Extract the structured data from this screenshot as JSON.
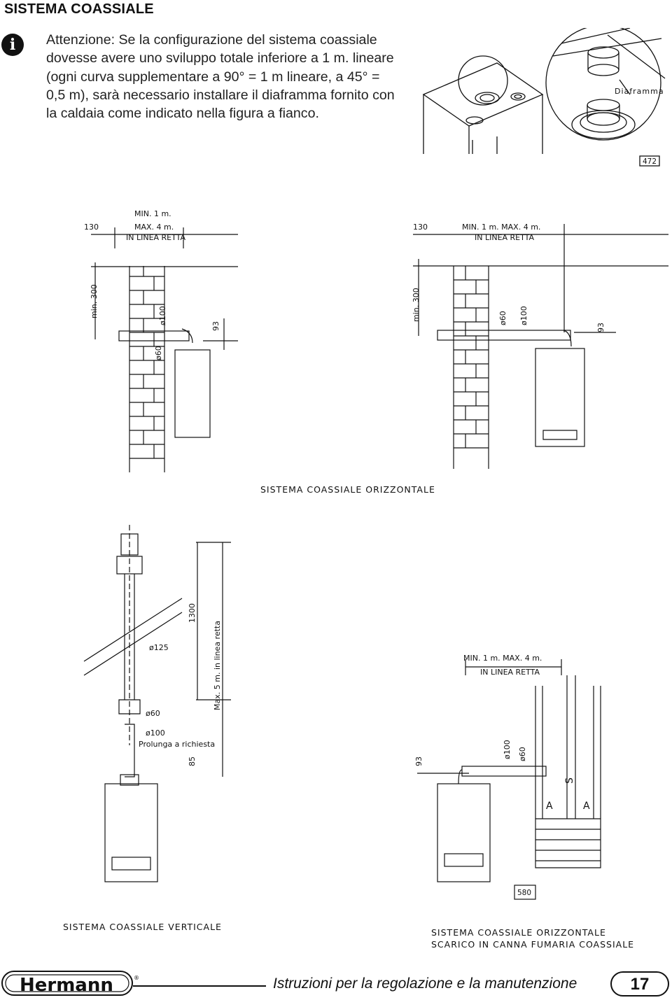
{
  "section_title": "SISTEMA COASSIALE",
  "info_icon": "i",
  "notice_text": "Attenzione: Se la configurazione del sistema coassiale dovesse avere uno sviluppo totale inferiore a 1 m. lineare (ogni curva supplementare a 90° = 1 m lineare, a 45° = 0,5 m), sarà necessario installare il diaframma fornito con la caldaia come indicato nella figura a fianco.",
  "detail": {
    "diaframma_label": "Diaframma",
    "figure_code": "472"
  },
  "horizontal_left": {
    "dim_130": "130",
    "min_label": "MIN. 1 m.",
    "max_label": "MAX. 4 m.",
    "straight_label": "IN LINEA RETTA",
    "min300": "min. 300",
    "d100": "ø100",
    "d60": "ø60",
    "dim_93": "93"
  },
  "horizontal_right": {
    "dim_130": "130",
    "minmax_label": "MIN. 1 m.   MAX. 4 m.",
    "straight_label": "IN LINEA RETTA",
    "min300": "min. 300",
    "d60": "ø60",
    "d100": "ø100",
    "dim_93": "93"
  },
  "caption_horizontal": "SISTEMA COASSIALE ORIZZONTALE",
  "vertical": {
    "dim_1300": "1300",
    "max5": "Max. 5 m. in linea retta",
    "d125": "ø125",
    "d60": "ø60",
    "d100": "ø100",
    "extension": "Prolunga a richiesta",
    "dim_85": "85"
  },
  "flue": {
    "minmax_label": "MIN. 1 m.   MAX. 4 m.",
    "straight_label": "IN LINEA RETTA",
    "dim_93": "93",
    "d100": "ø100",
    "d60": "ø60",
    "s_label": "S",
    "a_label": "A",
    "figure_code": "580"
  },
  "caption_vertical": "SISTEMA COASSIALE VERTICALE",
  "caption_flue_line1": "SISTEMA COASSIALE ORIZZONTALE",
  "caption_flue_line2": "SCARICO IN CANNA FUMARIA COASSIALE",
  "logo_text": "Hermann",
  "footer_title": "Istruzioni per la regolazione e la manutenzione",
  "page_number": "17",
  "colors": {
    "ink": "#111111",
    "paper": "#ffffff"
  }
}
